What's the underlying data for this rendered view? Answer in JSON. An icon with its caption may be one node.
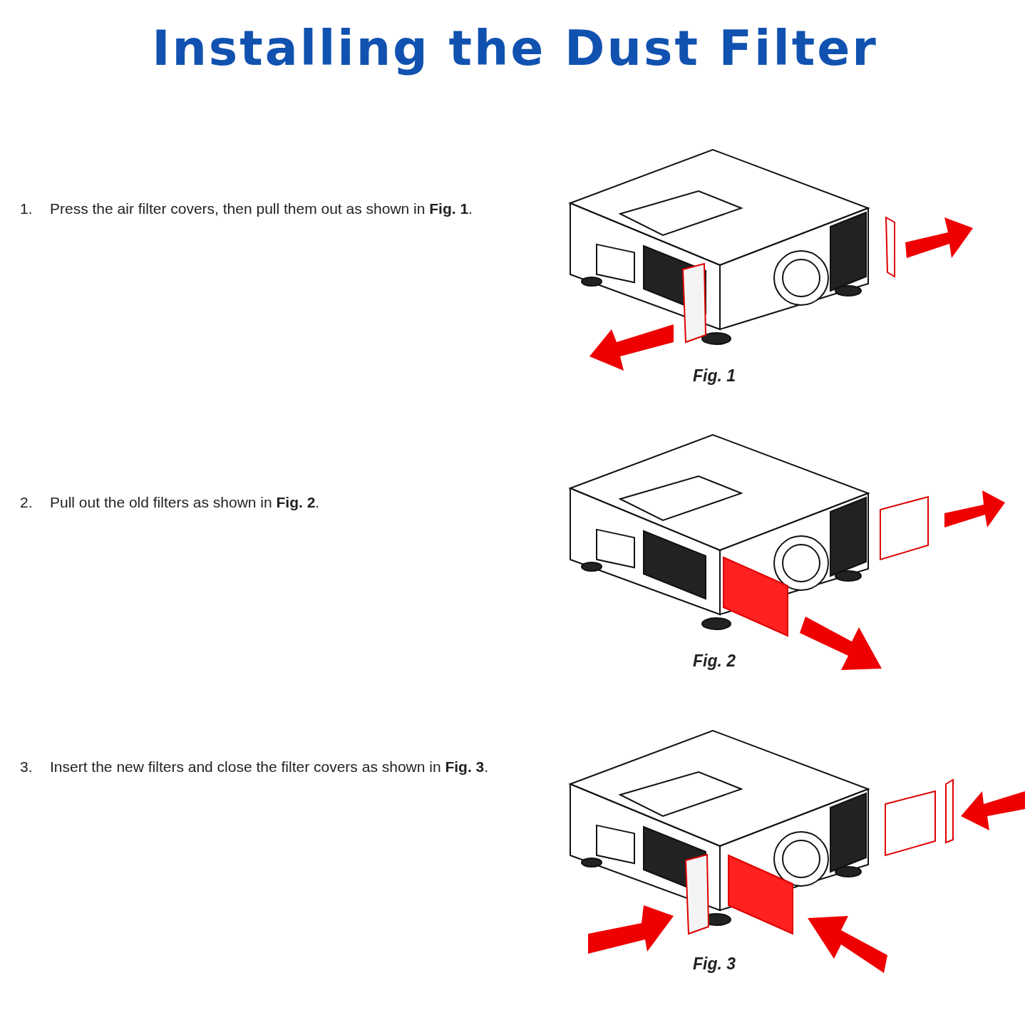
{
  "diagram": {
    "title": "Installing the Dust Filter",
    "labels": [
      "1.",
      "Press the air filter covers, then pull them out as shown in **Fig. 1**.",
      "Fig. 1",
      "2.",
      "Pull out the old filters as shown in **Fig. 2**.",
      "Fig. 2",
      "3.",
      "Insert the new filters and close the filter covers as shown in **Fig. 3**.",
      "Fig. 3"
    ]
  }
}
